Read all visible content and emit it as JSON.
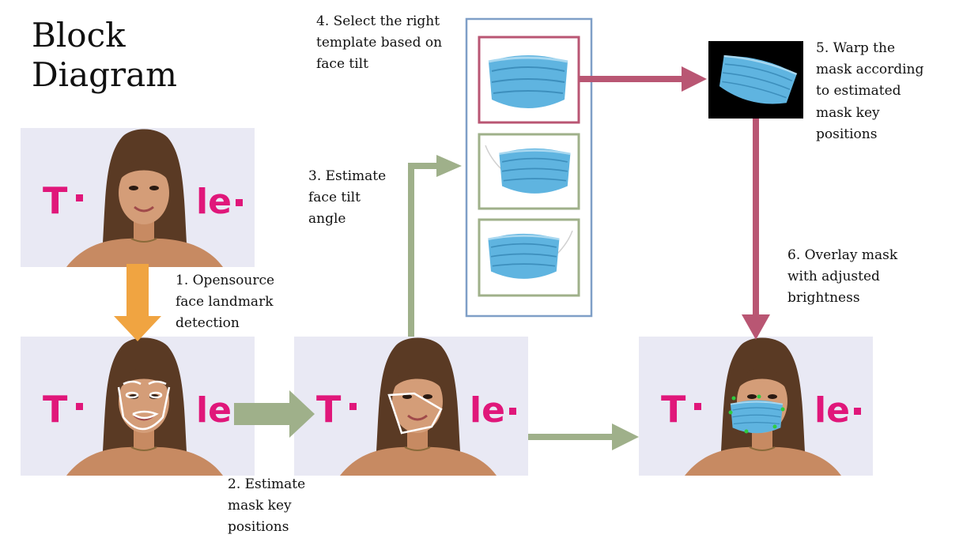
{
  "title": {
    "line1": "Block",
    "line2": "Diagram"
  },
  "steps": {
    "step1": "1. Opensource\nface landmark\ndetection",
    "step2": "2. Estimate\nmask key\npositions",
    "step3": "3. Estimate\nface tilt\nangle",
    "step4": "4. Select the right\ntemplate based on\nface tilt",
    "step5": "5. Warp the\nmask according\nto estimated\nmask key\npositions",
    "step6": "6. Overlay mask\nwith adjusted\nbrightness"
  },
  "logo": {
    "letter": "T",
    "suffix": "le"
  },
  "colors": {
    "orange_arrow": "#f0a441",
    "green_arrow": "#9fb08a",
    "magenta_arrow": "#b95673",
    "template_panel_border": "#7f9fc7",
    "template_selected_border": "#b95673",
    "template_other_border": "#9fb08a",
    "mask_blue": "#5fb4e0",
    "photo_background": "#e9e9f4",
    "logo_magenta": "#e0177a",
    "landmark_dot": "#2ecc40"
  }
}
